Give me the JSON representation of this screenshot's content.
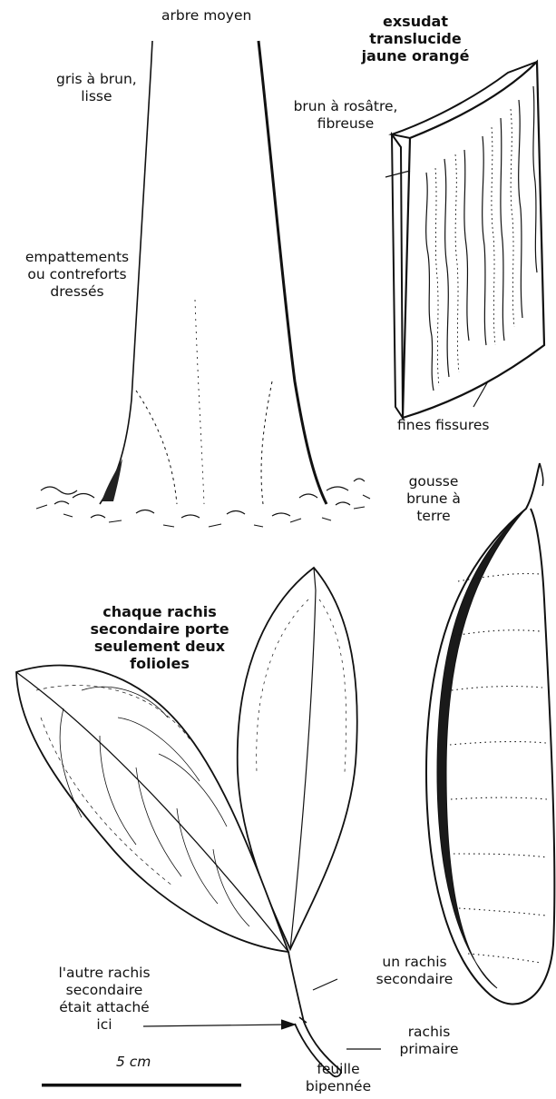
{
  "labels": {
    "tree_size": "arbre moyen",
    "bark_color": "gris à brun,\nlisse",
    "buttress": "empattements\nou contreforts\ndressés",
    "exudate": "exsudat\ntranslucide\njaune orangé",
    "slash": "brun à rosâtre,\nfibreuse",
    "fissures": "fines fissures",
    "pod": "gousse\nbrune à\nterre",
    "leaflets_note": "chaque rachis\nsecondaire porte\nseulement deux\nfolioles",
    "other_rachis": "l'autre rachis\nsecondaire\nétait attaché\nici",
    "secondary_rachis": "un rachis\nsecondaire",
    "primary_rachis": "rachis\nprimaire",
    "leaf_type": "feuille\nbipennée",
    "scale": "5 cm"
  },
  "colors": {
    "ink": "#111111",
    "paper": "#ffffff"
  }
}
